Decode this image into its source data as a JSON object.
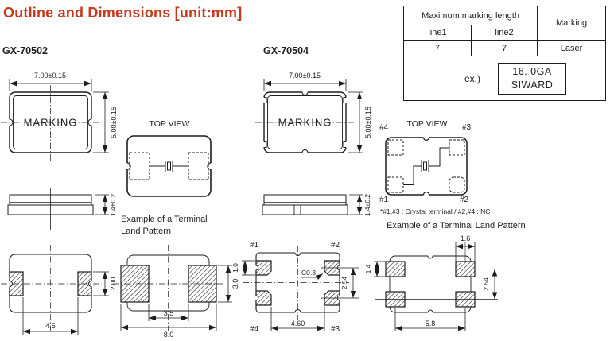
{
  "title": "Outline and Dimensions [unit:mm]",
  "accent_color": "#c43a1c",
  "marking_table": {
    "header_max_length": "Maximum marking length",
    "header_marking": "Marking",
    "line1_label": "line1",
    "line2_label": "line2",
    "line1_value": "7",
    "line2_value": "7",
    "marking_value": "Laser",
    "example_label": "ex.)",
    "example_line1": "16. 0GA",
    "example_line2": "SIWARD"
  },
  "gx70502": {
    "part_number": "GX-70502",
    "marking_text": "MARKING",
    "top_view_label": "TOP VIEW",
    "caption_line1": "Example of a Terminal",
    "caption_line2": "Land Pattern",
    "dims": {
      "width": "7.00±0.15",
      "height": "5.00±0.15",
      "thickness": "1.4±0.2",
      "pad_height": "2.00",
      "pad_span": "4.5",
      "land_pad_height": "3.0",
      "land_gap": "3.5",
      "land_overall": "8.0"
    }
  },
  "gx70504": {
    "part_number": "GX-70504",
    "marking_text": "MARKING",
    "top_view_label": "TOP VIEW",
    "terminal_note": "*#1,#3 : Crystal terminal / #2,#4 : NC",
    "caption": "Example of a Terminal Land Pattern",
    "pins": {
      "p1": "#1",
      "p2": "#2",
      "p3": "#3",
      "p4": "#4"
    },
    "dims": {
      "width": "7.00±0.15",
      "height": "5.00±0.15",
      "thickness": "1.4±0.2",
      "pad_height": "1.0",
      "chamfer": "C0.3",
      "pad_pitch_v": "2.54",
      "pad_span": "4.60",
      "land_pad_width": "1.6",
      "land_pad_height": "1.4",
      "land_pitch_v": "2.54",
      "land_pitch_h": "5.8"
    }
  }
}
